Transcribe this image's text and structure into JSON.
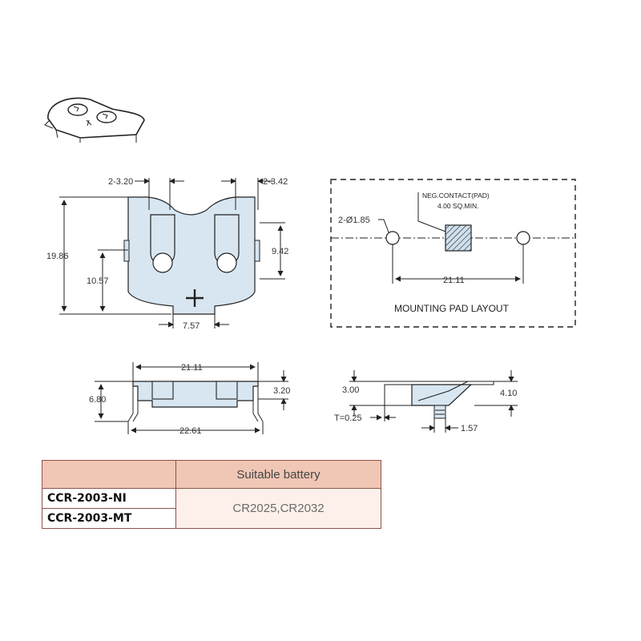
{
  "top_view": {
    "dim_left_slot": "2-3.20",
    "dim_right_slot": "2-3.42",
    "dim_height": "19.86",
    "dim_mid_height": "10.57",
    "dim_right_height": "9.42",
    "dim_tab_width": "7.57"
  },
  "pad_layout": {
    "title": "MOUNTING PAD LAYOUT",
    "contact_label_line1": "NEG.CONTACT(PAD)",
    "contact_label_line2": "4.00 SQ.MIN.",
    "hole_dim": "2-Ø1.85",
    "pitch_dim": "21.11"
  },
  "front_view": {
    "dim_top_width": "21.11",
    "dim_height": "6.80",
    "dim_right_height": "3.20",
    "dim_bottom_width": "22.61"
  },
  "side_view": {
    "dim_height": "3.00",
    "dim_thickness": "T=0.25",
    "dim_right_height": "4.10",
    "dim_pin": "1.57"
  },
  "table": {
    "column_header": "Suitable battery",
    "models": [
      "CCR-2003-NI",
      "CCR-2003-MT"
    ],
    "battery": "CR2025,CR2032"
  },
  "colors": {
    "part_fill": "#d8e6f1",
    "table_header": "#f0c6b5",
    "table_body": "#fdf0ea",
    "table_border": "#8a5548"
  }
}
